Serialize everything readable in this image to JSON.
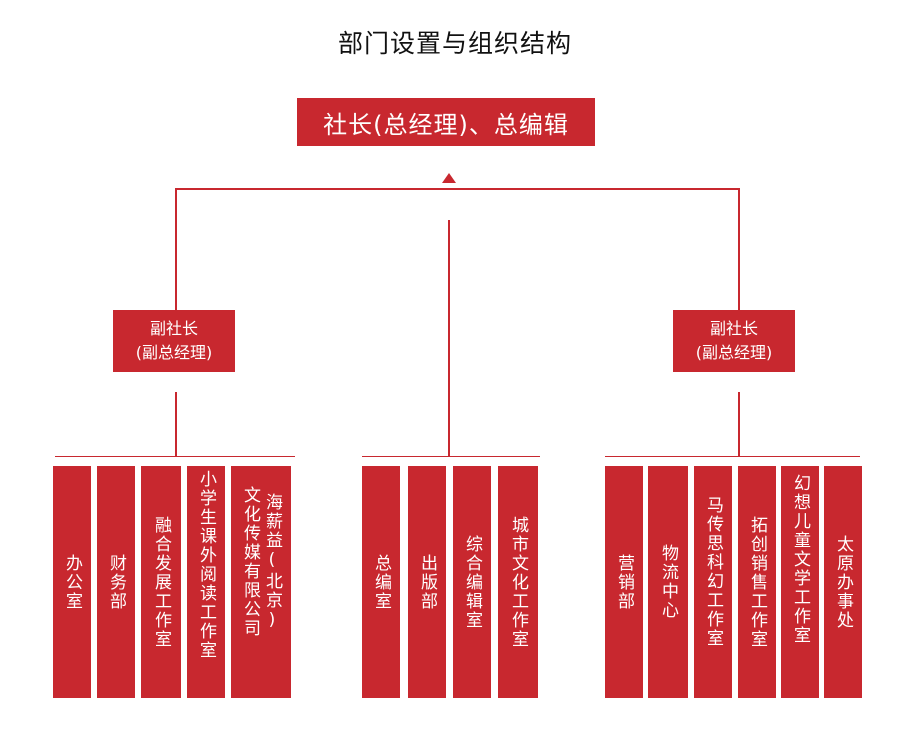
{
  "title": "部门设置与组织结构",
  "top": {
    "label": "社长(总经理)、总编辑"
  },
  "vp_left": {
    "line1": "副社长",
    "line2": "(副总经理)"
  },
  "vp_right": {
    "line1": "副社长",
    "line2": "(副总经理)"
  },
  "groups": [
    {
      "name": "left",
      "depts": [
        {
          "label": "办公室"
        },
        {
          "label": "财务部"
        },
        {
          "label": "融合发展工作室"
        },
        {
          "label": "小学生课外阅读工作室"
        },
        {
          "label": "海薪益(北京)文化传媒有限公司",
          "col1": "海薪益(北京)",
          "col2": "文化传媒有限公司"
        }
      ]
    },
    {
      "name": "center",
      "depts": [
        {
          "label": "总编室"
        },
        {
          "label": "出版部"
        },
        {
          "label": "综合编辑室"
        },
        {
          "label": "城市文化工作室"
        }
      ]
    },
    {
      "name": "right",
      "depts": [
        {
          "label": "营销部"
        },
        {
          "label": "物流中心"
        },
        {
          "label": "马传思科幻工作室"
        },
        {
          "label": "拓创销售工作室"
        },
        {
          "label": "幻想儿童文学工作室"
        },
        {
          "label": "太原办事处"
        }
      ]
    }
  ],
  "colors": {
    "accent": "#c8282f",
    "text": "#111111",
    "label_text": "#ffffff"
  }
}
